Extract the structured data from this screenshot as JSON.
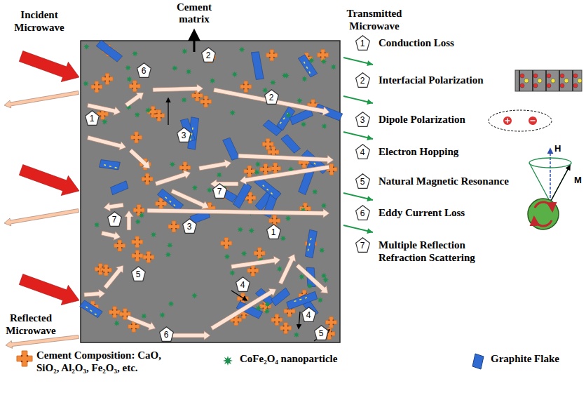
{
  "diagram": {
    "nodes": [
      {
        "text": [
          "Cement matrix"
        ]
      },
      {
        "text": [
          "2"
        ],
        "in": 0
      },
      {
        "text": [
          "6"
        ],
        "in": 0
      },
      {
        "text": [
          "2"
        ],
        "in": 0
      },
      {
        "text": [
          "1"
        ],
        "in": 0
      },
      {
        "text": [
          "3"
        ],
        "in": 0
      },
      {
        "text": [
          "7"
        ],
        "in": 0
      },
      {
        "text": [
          "7"
        ],
        "in": 0
      },
      {
        "text": [
          "3"
        ],
        "in": 0
      },
      {
        "text": [
          "1"
        ],
        "in": 0
      },
      {
        "text": [
          "5"
        ],
        "in": 0
      },
      {
        "text": [
          "4"
        ],
        "in": 0
      },
      {
        "text": [
          "4"
        ],
        "in": 0
      },
      {
        "text": [
          "6"
        ],
        "in": 0
      },
      {
        "text": [
          "5"
        ],
        "in": 0
      },
      {
        "text": [
          "1"
        ]
      },
      {
        "text": [
          "2"
        ]
      },
      {
        "text": [
          "3"
        ]
      },
      {
        "text": [
          "4"
        ]
      },
      {
        "text": [
          "5"
        ]
      },
      {
        "text": [
          "6"
        ]
      },
      {
        "text": [
          "7"
        ]
      }
    ],
    "labels": [
      "Incident Microwave",
      "Transmitted Microwave",
      "Reflected Microwave",
      "Conduction Loss",
      "Interfacial Polarization",
      "Dipole Polarization",
      "Electron Hopping",
      "Natural Magnetic Resonance",
      "Eddy Current Loss",
      "Multiple Reflection Refraction Scattering",
      "H",
      "M"
    ],
    "legend": [
      {
        "text": "Cement Composition: CaO, SiO₂, Al₂O₃, Fe₂O₃, etc."
      },
      {
        "text": "CoFe₂O₄ nanoparticle"
      },
      {
        "text": "Graphite Flake"
      }
    ]
  }
}
